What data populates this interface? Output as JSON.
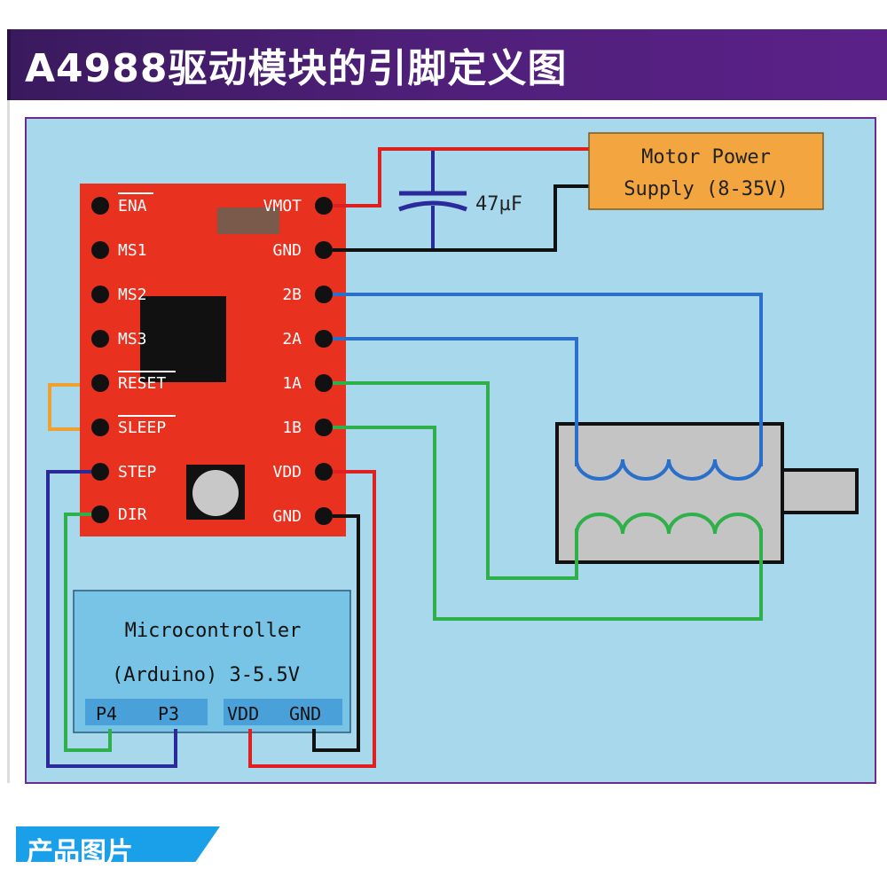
{
  "header": {
    "title": "A4988驱动模块的引脚定义图"
  },
  "footer": {
    "section_label": "产品图片"
  },
  "diagram": {
    "left_pins": [
      "ENA",
      "MS1",
      "MS2",
      "MS3",
      "RESET",
      "SLEEP",
      "STEP",
      "DIR"
    ],
    "right_pins": [
      "VMOT",
      "GND",
      "2B",
      "2A",
      "1A",
      "1B",
      "VDD",
      "GND"
    ],
    "capacitor_label": "47µF",
    "power_supply": {
      "line1": "Motor Power",
      "line2": "Supply (8-35V)"
    },
    "microcontroller": {
      "line1": "Microcontroller",
      "line2": "(Arduino) 3-5.5V",
      "ports": [
        "P4",
        "P3",
        "VDD",
        "GND"
      ]
    },
    "colors": {
      "board": "#e8311f",
      "background": "#a8d8ec",
      "power_box": "#f3a640",
      "wire_red": "#e02020",
      "wire_black": "#111111",
      "wire_blue": "#2a6fc9",
      "wire_green": "#2fb04a",
      "wire_orange": "#f0a030",
      "wire_navy": "#2a2a9a"
    }
  }
}
